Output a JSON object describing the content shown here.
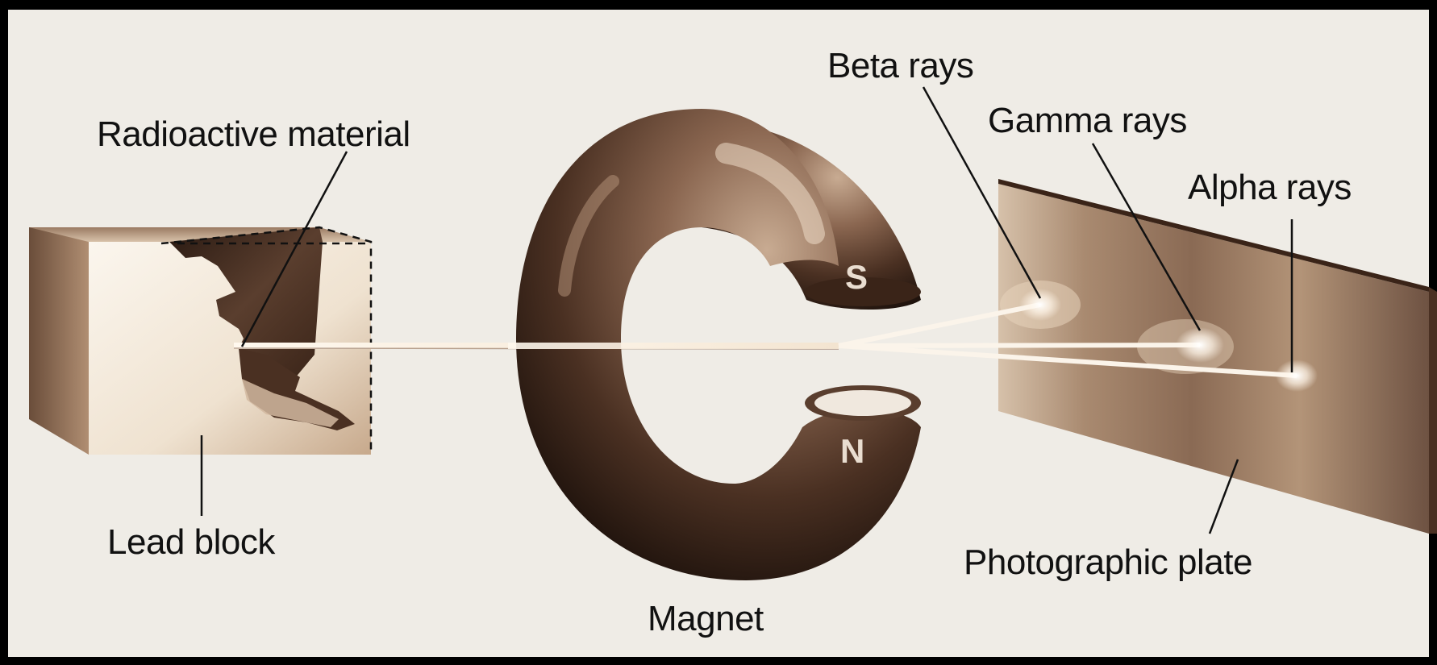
{
  "labels": {
    "radioactive_material": "Radioactive material",
    "lead_block": "Lead block",
    "magnet": "Magnet",
    "beta_rays": "Beta rays",
    "gamma_rays": "Gamma rays",
    "alpha_rays": "Alpha rays",
    "photographic_plate": "Photographic plate"
  },
  "poles": {
    "south": "S",
    "north": "N"
  },
  "colors": {
    "background": "#efece6",
    "frame": "#000000",
    "sepia_dark": "#2a1a12",
    "sepia_mid": "#7a5a44",
    "sepia_light": "#e8d8c4",
    "text": "#111111"
  }
}
